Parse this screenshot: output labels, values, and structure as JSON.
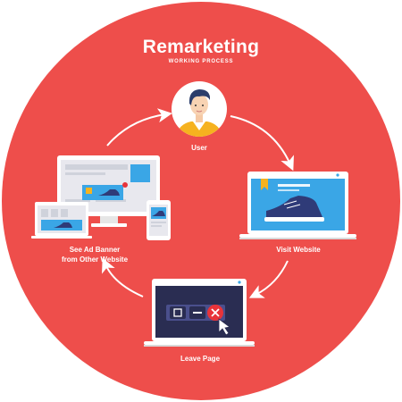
{
  "title": "Remarketing",
  "subtitle": "WORKING PROCESS",
  "steps": {
    "user": "User",
    "visit": "Visit Website",
    "leave": "Leave Page",
    "ad": "See Ad Banner\nfrom Other Website"
  },
  "colors": {
    "background": "#ee4e4b",
    "screen_blue": "#3aa6e6",
    "dark_screen": "#2a2d52",
    "close_red": "#e83339",
    "avatar_circle": "#ffffff",
    "shirt": "#f6b21f"
  },
  "icons": [
    "user-avatar-icon",
    "laptop-icon",
    "shoe-icon",
    "bookmark-icon",
    "window-controls-icon",
    "cursor-icon",
    "desktop-monitor-icon",
    "tablet-icon",
    "phone-icon",
    "cycle-arrow-icon"
  ]
}
